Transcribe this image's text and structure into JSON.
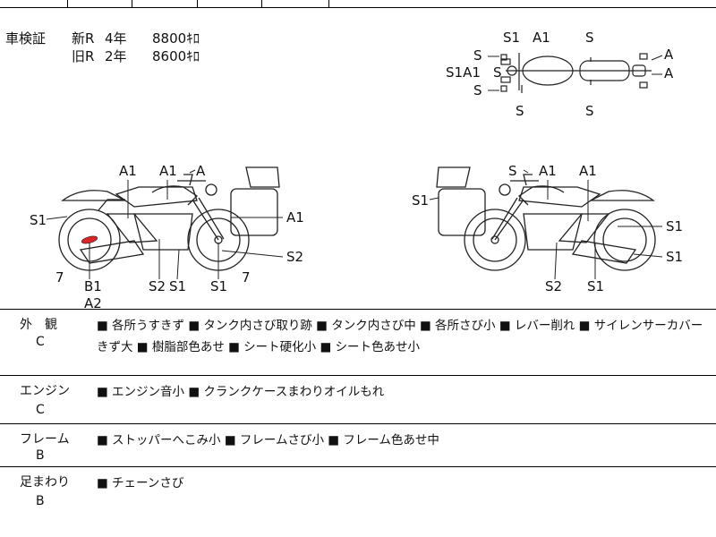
{
  "shaken": {
    "label": "車検証",
    "rows": [
      {
        "type": "新R",
        "years": "4年",
        "price": "8800ｷﾛ"
      },
      {
        "type": "旧R",
        "years": "2年",
        "price": "8600ｷﾛ"
      }
    ]
  },
  "damage_codes": {
    "top_view": [
      "S1",
      "A1",
      "S",
      "S",
      "S1A1",
      "S",
      "S",
      "S",
      "S",
      "A",
      "A"
    ],
    "left_view": [
      "A1",
      "A1",
      "A",
      "S1",
      "A1",
      "7",
      "B1",
      "A2",
      "S2",
      "S1",
      "S1",
      "S2",
      "7"
    ],
    "right_view": [
      "S",
      "A1",
      "A1",
      "S1",
      "S1",
      "S1",
      "S2",
      "S1"
    ]
  },
  "inspection": [
    {
      "category": "外　観",
      "grade": "C",
      "notes": "■ 各所うすきず ■ タンク内さび取り跡 ■ タンク内さび中 ■ 各所さび小 ■ レバー削れ ■ サイレンサーカバーきず大 ■ 樹脂部色あせ ■ シート硬化小 ■ シート色あせ小"
    },
    {
      "category": "エンジン",
      "grade": "C",
      "notes": "■ エンジン音小 ■ クランクケースまわりオイルもれ"
    },
    {
      "category": "フレーム",
      "grade": "B",
      "notes": "■ ストッパーへこみ小 ■ フレームさび小 ■ フレーム色あせ中"
    },
    {
      "category": "足まわり",
      "grade": "B",
      "notes": "■ チェーンさび"
    }
  ],
  "colors": {
    "damage_mark": "#d9262b",
    "line": "#222222"
  }
}
